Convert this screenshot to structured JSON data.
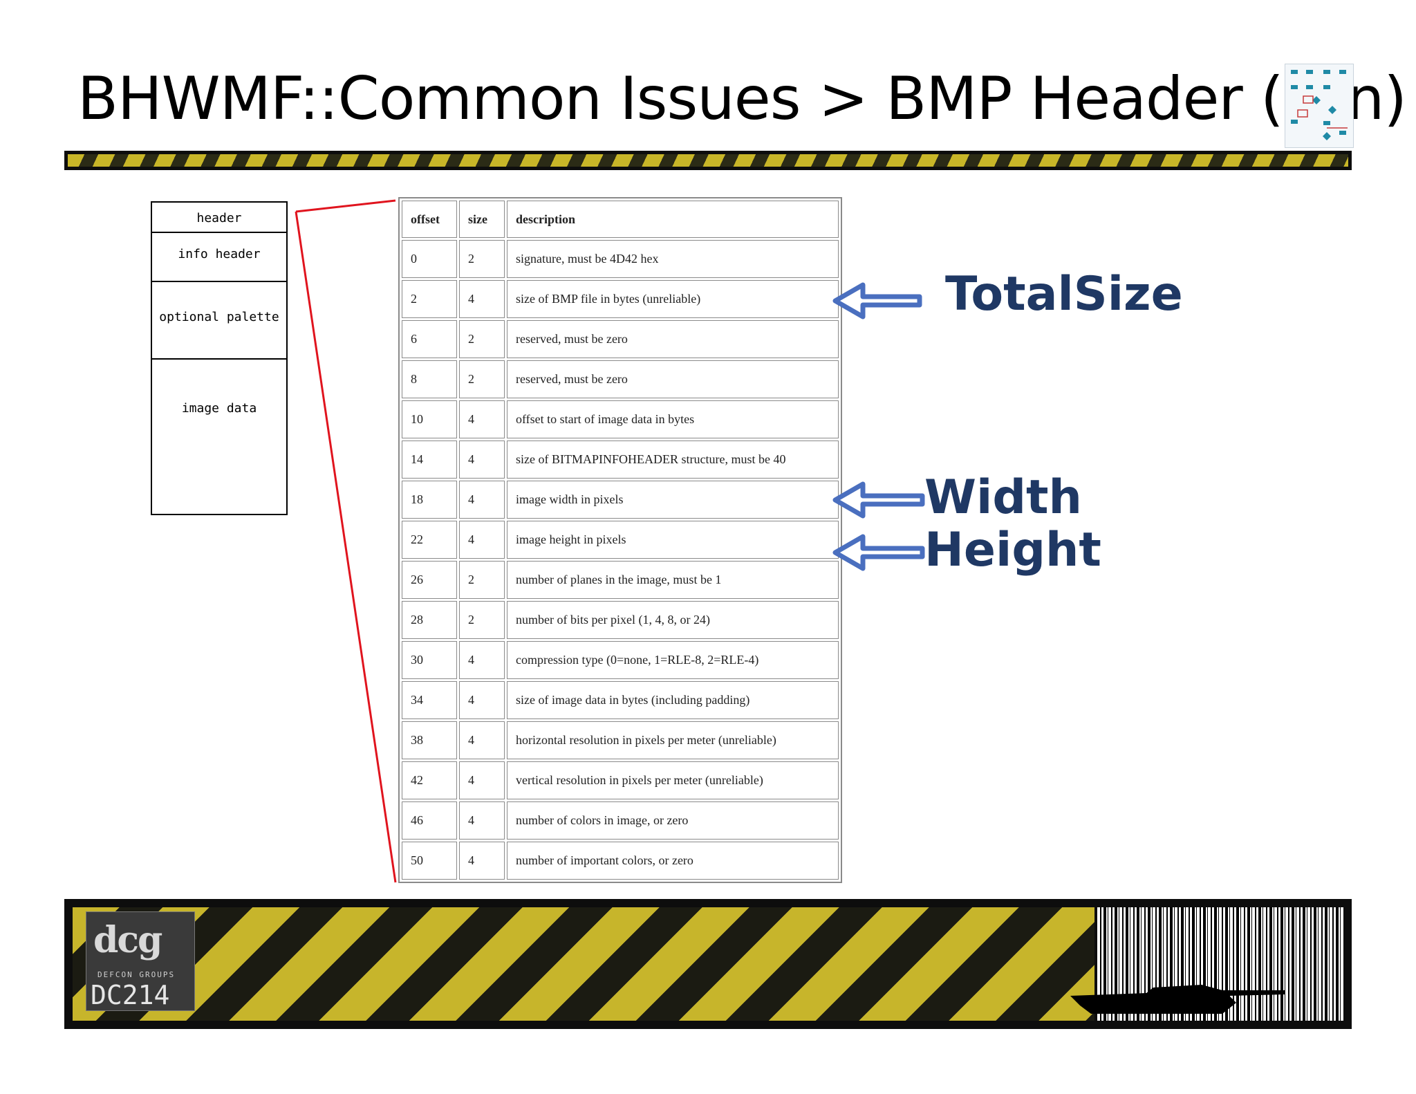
{
  "slide": {
    "title": "BHWMF::Common Issues > BMP Header (win)"
  },
  "layout_diagram": {
    "segments": [
      "header",
      "info header",
      "optional palette",
      "image data"
    ]
  },
  "table": {
    "headers": [
      "offset",
      "size",
      "description"
    ],
    "rows": [
      [
        "0",
        "2",
        "signature, must be 4D42 hex"
      ],
      [
        "2",
        "4",
        "size of BMP file in bytes (unreliable)"
      ],
      [
        "6",
        "2",
        "reserved, must be zero"
      ],
      [
        "8",
        "2",
        "reserved, must be zero"
      ],
      [
        "10",
        "4",
        "offset to start of image data in bytes"
      ],
      [
        "14",
        "4",
        "size of BITMAPINFOHEADER structure, must be 40"
      ],
      [
        "18",
        "4",
        "image width in pixels"
      ],
      [
        "22",
        "4",
        "image height in pixels"
      ],
      [
        "26",
        "2",
        "number of planes in the image, must be 1"
      ],
      [
        "28",
        "2",
        "number of bits per pixel (1, 4, 8, or 24)"
      ],
      [
        "30",
        "4",
        "compression type (0=none, 1=RLE-8, 2=RLE-4)"
      ],
      [
        "34",
        "4",
        "size of image data in bytes (including padding)"
      ],
      [
        "38",
        "4",
        "horizontal resolution in pixels per meter (unreliable)"
      ],
      [
        "42",
        "4",
        "vertical resolution in pixels per meter (unreliable)"
      ],
      [
        "46",
        "4",
        "number of colors in image, or zero"
      ],
      [
        "50",
        "4",
        "number of important colors, or zero"
      ]
    ]
  },
  "annotations": {
    "total_size": "TotalSize",
    "width": "Width",
    "height": "Height"
  },
  "footer": {
    "logo_text": "DEFCON GROUPS",
    "logo_code": "DC214"
  },
  "colors": {
    "annotation": "#1f3864",
    "arrow": "#4a6fbf",
    "connector": "#e0141e",
    "hazard_yellow": "#c7b52b"
  }
}
